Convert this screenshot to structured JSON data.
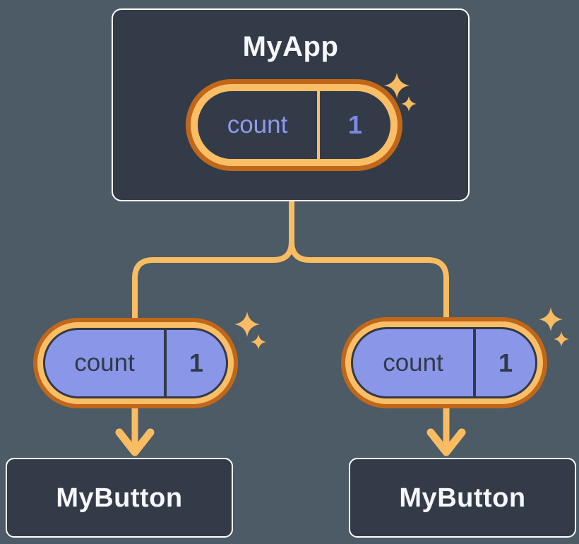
{
  "diagram": {
    "root": {
      "title": "MyApp",
      "state_pill": {
        "label": "count",
        "value": "1"
      }
    },
    "children": [
      {
        "title": "MyButton",
        "prop_pill": {
          "label": "count",
          "value": "1"
        }
      },
      {
        "title": "MyButton",
        "prop_pill": {
          "label": "count",
          "value": "1"
        }
      }
    ],
    "icons": [
      "sparkle-icon",
      "arrow-down-icon",
      "tree-connector-lines"
    ],
    "colors": {
      "background": "#4C5B65",
      "node_fill": "#343B48",
      "node_border": "#FFFFFF",
      "node_text": "#F5F7FA",
      "ring_outer": "#C1671A",
      "ring_inner": "#FABE66",
      "connector": "#F9BC62",
      "prop_fill": "#8A96E8",
      "prop_text": "#323948",
      "state_label": "#8E99EE",
      "state_value": "#7D89E4"
    }
  }
}
